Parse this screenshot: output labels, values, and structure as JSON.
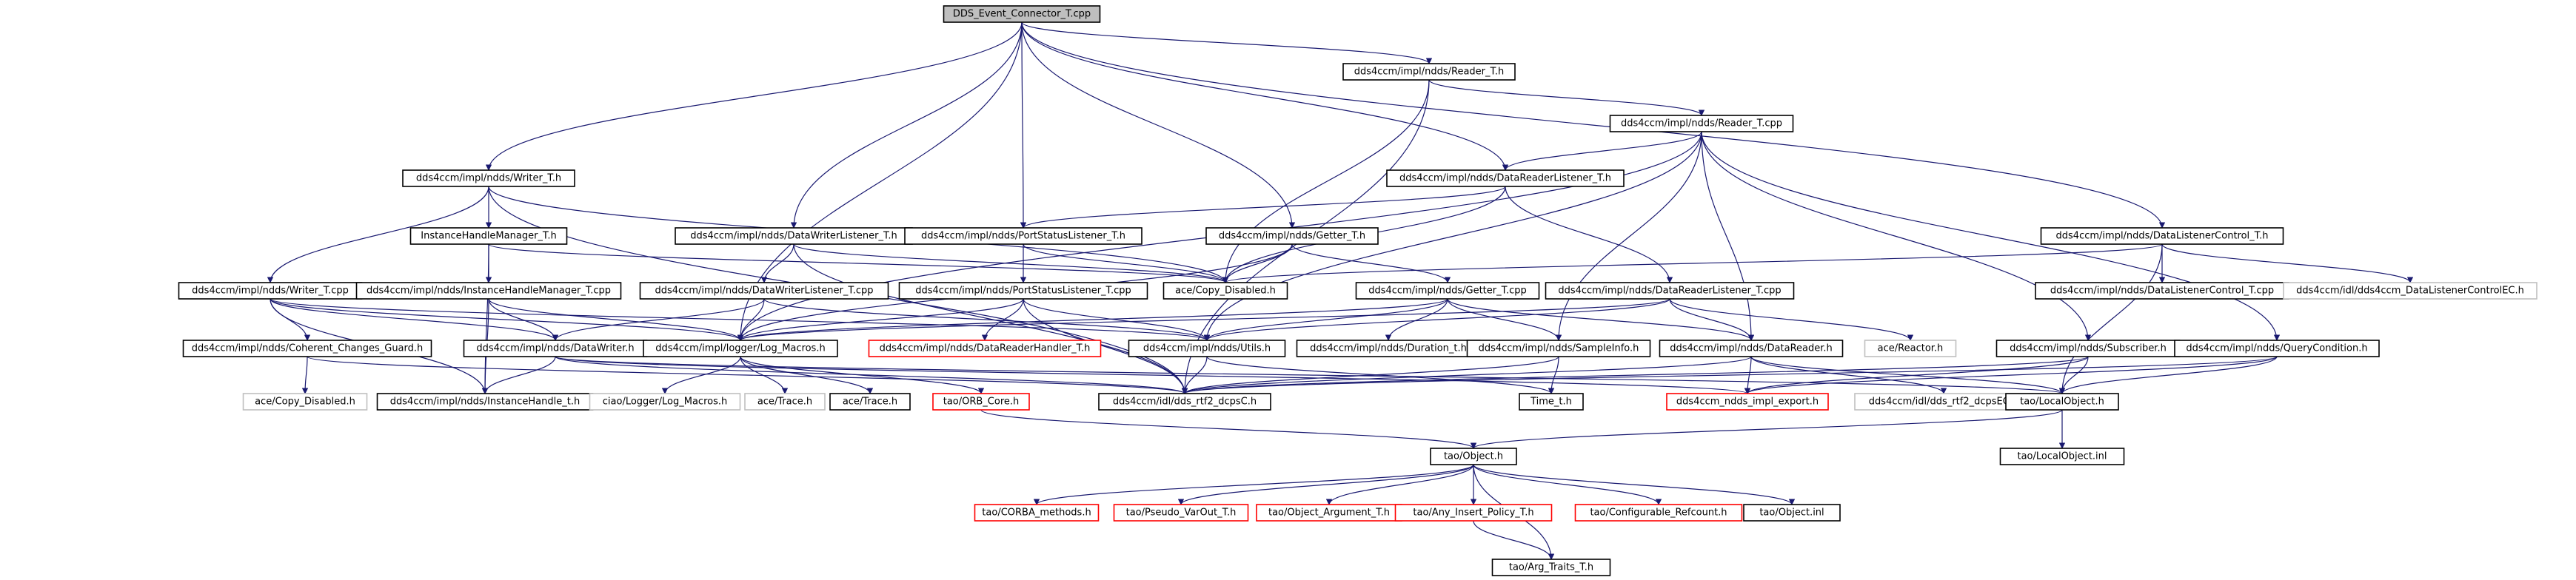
{
  "colors": {
    "edge": "#191970",
    "border": "#000000",
    "missing_border": "#ff0000",
    "unlinked_border": "#bfbfbf",
    "root_fill": "#bfbfbf",
    "fill": "#ffffff",
    "text": "#000000"
  },
  "nodes": [
    {
      "id": "root",
      "label": "DDS_Event_Connector_T.cpp",
      "style": "root"
    },
    {
      "id": "reader_h",
      "label": "dds4ccm/impl/ndds/Reader_T.h",
      "style": "normal"
    },
    {
      "id": "reader_cpp",
      "label": "dds4ccm/impl/ndds/Reader_T.cpp",
      "style": "normal"
    },
    {
      "id": "writer_h",
      "label": "dds4ccm/impl/ndds/Writer_T.h",
      "style": "normal"
    },
    {
      "id": "drl_h",
      "label": "dds4ccm/impl/ndds/DataReaderListener_T.h",
      "style": "normal"
    },
    {
      "id": "ihm_h",
      "label": "InstanceHandleManager_T.h",
      "style": "normal"
    },
    {
      "id": "dwl_h",
      "label": "dds4ccm/impl/ndds/DataWriterListener_T.h",
      "style": "normal"
    },
    {
      "id": "psl_h",
      "label": "dds4ccm/impl/ndds/PortStatusListener_T.h",
      "style": "normal"
    },
    {
      "id": "getter_h",
      "label": "dds4ccm/impl/ndds/Getter_T.h",
      "style": "normal"
    },
    {
      "id": "dlc_h",
      "label": "dds4ccm/impl/ndds/DataListenerControl_T.h",
      "style": "normal"
    },
    {
      "id": "writer_cpp",
      "label": "dds4ccm/impl/ndds/Writer_T.cpp",
      "style": "normal"
    },
    {
      "id": "ihm_cpp",
      "label": "dds4ccm/impl/ndds/InstanceHandleManager_T.cpp",
      "style": "normal"
    },
    {
      "id": "dwl_cpp",
      "label": "dds4ccm/impl/ndds/DataWriterListener_T.cpp",
      "style": "normal"
    },
    {
      "id": "psl_cpp",
      "label": "dds4ccm/impl/ndds/PortStatusListener_T.cpp",
      "style": "normal"
    },
    {
      "id": "ace_copy",
      "label": "ace/Copy_Disabled.h",
      "style": "normal"
    },
    {
      "id": "getter_cpp",
      "label": "dds4ccm/impl/ndds/Getter_T.cpp",
      "style": "normal"
    },
    {
      "id": "drl_cpp",
      "label": "dds4ccm/impl/ndds/DataReaderListener_T.cpp",
      "style": "normal"
    },
    {
      "id": "dlc_cpp",
      "label": "dds4ccm/impl/ndds/DataListenerControl_T.cpp",
      "style": "normal"
    },
    {
      "id": "dlc_idl",
      "label": "dds4ccm/idl/dds4ccm_DataListenerControlEC.h",
      "style": "unlinked"
    },
    {
      "id": "ccg_h",
      "label": "dds4ccm/impl/ndds/Coherent_Changes_Guard.h",
      "style": "normal"
    },
    {
      "id": "datawriter_h",
      "label": "dds4ccm/impl/ndds/DataWriter.h",
      "style": "normal"
    },
    {
      "id": "logmacros_h",
      "label": "dds4ccm/impl/logger/Log_Macros.h",
      "style": "normal"
    },
    {
      "id": "drh_h",
      "label": "dds4ccm/impl/ndds/DataReaderHandler_T.h",
      "style": "missing"
    },
    {
      "id": "utils_h",
      "label": "dds4ccm/impl/ndds/Utils.h",
      "style": "normal"
    },
    {
      "id": "duration_h",
      "label": "dds4ccm/impl/ndds/Duration_t.h",
      "style": "normal"
    },
    {
      "id": "sampleinfo_h",
      "label": "dds4ccm/impl/ndds/SampleInfo.h",
      "style": "normal"
    },
    {
      "id": "datareader_h",
      "label": "dds4ccm/impl/ndds/DataReader.h",
      "style": "normal"
    },
    {
      "id": "ace_reactor",
      "label": "ace/Reactor.h",
      "style": "unlinked"
    },
    {
      "id": "subscriber_h",
      "label": "dds4ccm/impl/ndds/Subscriber.h",
      "style": "normal"
    },
    {
      "id": "querycond_h",
      "label": "dds4ccm/impl/ndds/QueryCondition.h",
      "style": "normal"
    },
    {
      "id": "ace_copy2",
      "label": "ace/Copy_Disabled.h",
      "style": "unlinked"
    },
    {
      "id": "ih_t",
      "label": "dds4ccm/impl/ndds/InstanceHandle_t.h",
      "style": "normal"
    },
    {
      "id": "ciao_log",
      "label": "ciao/Logger/Log_Macros.h",
      "style": "unlinked"
    },
    {
      "id": "ace_trace",
      "label": "ace/Trace.h",
      "style": "unlinked"
    },
    {
      "id": "ace_trace2",
      "label": "ace/Trace.h",
      "style": "normal"
    },
    {
      "id": "orb_core",
      "label": "tao/ORB_Core.h",
      "style": "missing"
    },
    {
      "id": "dcps_c",
      "label": "dds4ccm/idl/dds_rtf2_dcpsC.h",
      "style": "normal"
    },
    {
      "id": "time_t",
      "label": "Time_t.h",
      "style": "normal"
    },
    {
      "id": "impl_export",
      "label": "dds4ccm_ndds_impl_export.h",
      "style": "missing"
    },
    {
      "id": "dcps_ec",
      "label": "dds4ccm/idl/dds_rtf2_dcpsEC.h",
      "style": "unlinked"
    },
    {
      "id": "localobject_h",
      "label": "tao/LocalObject.h",
      "style": "normal"
    },
    {
      "id": "localobject_inl",
      "label": "tao/LocalObject.inl",
      "style": "normal"
    },
    {
      "id": "object_h",
      "label": "tao/Object.h",
      "style": "normal"
    },
    {
      "id": "corba_methods",
      "label": "tao/CORBA_methods.h",
      "style": "missing"
    },
    {
      "id": "pseudo",
      "label": "tao/Pseudo_VarOut_T.h",
      "style": "missing"
    },
    {
      "id": "obj_arg",
      "label": "tao/Object_Argument_T.h",
      "style": "missing"
    },
    {
      "id": "any_insert",
      "label": "tao/Any_Insert_Policy_T.h",
      "style": "missing"
    },
    {
      "id": "configurable",
      "label": "tao/Configurable_Refcount.h",
      "style": "missing"
    },
    {
      "id": "object_inl",
      "label": "tao/Object.inl",
      "style": "normal"
    },
    {
      "id": "arg_traits",
      "label": "tao/Arg_Traits_T.h",
      "style": "normal"
    }
  ],
  "edges": [
    [
      "root",
      "reader_h"
    ],
    [
      "root",
      "writer_h"
    ],
    [
      "root",
      "drl_h"
    ],
    [
      "root",
      "dwl_h"
    ],
    [
      "root",
      "psl_h"
    ],
    [
      "root",
      "getter_h"
    ],
    [
      "root",
      "dlc_h"
    ],
    [
      "root",
      "logmacros_h"
    ],
    [
      "reader_h",
      "reader_cpp"
    ],
    [
      "reader_h",
      "ace_copy"
    ],
    [
      "reader_h",
      "dcps_c"
    ],
    [
      "reader_cpp",
      "drl_h"
    ],
    [
      "reader_cpp",
      "utils_h"
    ],
    [
      "reader_cpp",
      "datareader_h"
    ],
    [
      "reader_cpp",
      "subscriber_h"
    ],
    [
      "reader_cpp",
      "querycond_h"
    ],
    [
      "reader_cpp",
      "sampleinfo_h"
    ],
    [
      "reader_cpp",
      "logmacros_h"
    ],
    [
      "writer_h",
      "ihm_h"
    ],
    [
      "writer_h",
      "writer_cpp"
    ],
    [
      "writer_h",
      "ace_copy"
    ],
    [
      "writer_h",
      "dcps_c"
    ],
    [
      "drl_h",
      "psl_h"
    ],
    [
      "drl_h",
      "drl_cpp"
    ],
    [
      "drl_h",
      "ace_copy"
    ],
    [
      "ihm_h",
      "ihm_cpp"
    ],
    [
      "ihm_h",
      "ace_copy"
    ],
    [
      "ihm_h",
      "ih_t"
    ],
    [
      "dwl_h",
      "dwl_cpp"
    ],
    [
      "dwl_h",
      "ace_copy"
    ],
    [
      "dwl_h",
      "dcps_c"
    ],
    [
      "psl_h",
      "psl_cpp"
    ],
    [
      "psl_h",
      "ace_copy"
    ],
    [
      "getter_h",
      "getter_cpp"
    ],
    [
      "getter_h",
      "ace_copy"
    ],
    [
      "getter_h",
      "logmacros_h"
    ],
    [
      "dlc_h",
      "dlc_cpp"
    ],
    [
      "dlc_h",
      "dlc_idl"
    ],
    [
      "dlc_h",
      "ace_copy"
    ],
    [
      "dlc_h",
      "localobject_h"
    ],
    [
      "writer_cpp",
      "ccg_h"
    ],
    [
      "writer_cpp",
      "datawriter_h"
    ],
    [
      "writer_cpp",
      "logmacros_h"
    ],
    [
      "writer_cpp",
      "utils_h"
    ],
    [
      "writer_cpp",
      "ih_t"
    ],
    [
      "ihm_cpp",
      "datawriter_h"
    ],
    [
      "ihm_cpp",
      "logmacros_h"
    ],
    [
      "ihm_cpp",
      "ih_t"
    ],
    [
      "dwl_cpp",
      "datawriter_h"
    ],
    [
      "dwl_cpp",
      "logmacros_h"
    ],
    [
      "dwl_cpp",
      "utils_h"
    ],
    [
      "psl_cpp",
      "logmacros_h"
    ],
    [
      "psl_cpp",
      "drh_h"
    ],
    [
      "psl_cpp",
      "utils_h"
    ],
    [
      "psl_cpp",
      "dcps_c"
    ],
    [
      "getter_cpp",
      "utils_h"
    ],
    [
      "getter_cpp",
      "duration_h"
    ],
    [
      "getter_cpp",
      "sampleinfo_h"
    ],
    [
      "getter_cpp",
      "datareader_h"
    ],
    [
      "getter_cpp",
      "logmacros_h"
    ],
    [
      "drl_cpp",
      "utils_h"
    ],
    [
      "drl_cpp",
      "datareader_h"
    ],
    [
      "drl_cpp",
      "ace_reactor"
    ],
    [
      "drl_cpp",
      "logmacros_h"
    ],
    [
      "ccg_h",
      "ace_copy2"
    ],
    [
      "ccg_h",
      "dcps_c"
    ],
    [
      "datawriter_h",
      "ih_t"
    ],
    [
      "datawriter_h",
      "dcps_c"
    ],
    [
      "datawriter_h",
      "impl_export"
    ],
    [
      "datawriter_h",
      "localobject_h"
    ],
    [
      "logmacros_h",
      "ciao_log"
    ],
    [
      "logmacros_h",
      "ace_trace"
    ],
    [
      "logmacros_h",
      "ace_trace2"
    ],
    [
      "logmacros_h",
      "orb_core"
    ],
    [
      "utils_h",
      "dcps_c"
    ],
    [
      "utils_h",
      "time_t"
    ],
    [
      "sampleinfo_h",
      "dcps_c"
    ],
    [
      "sampleinfo_h",
      "time_t"
    ],
    [
      "datareader_h",
      "dcps_c"
    ],
    [
      "datareader_h",
      "impl_export"
    ],
    [
      "datareader_h",
      "dcps_ec"
    ],
    [
      "datareader_h",
      "localobject_h"
    ],
    [
      "subscriber_h",
      "dcps_c"
    ],
    [
      "subscriber_h",
      "impl_export"
    ],
    [
      "subscriber_h",
      "localobject_h"
    ],
    [
      "querycond_h",
      "dcps_c"
    ],
    [
      "querycond_h",
      "impl_export"
    ],
    [
      "querycond_h",
      "localobject_h"
    ],
    [
      "orb_core",
      "object_h"
    ],
    [
      "localobject_h",
      "localobject_inl"
    ],
    [
      "localobject_h",
      "object_h"
    ],
    [
      "object_h",
      "corba_methods"
    ],
    [
      "object_h",
      "pseudo"
    ],
    [
      "object_h",
      "obj_arg"
    ],
    [
      "object_h",
      "any_insert"
    ],
    [
      "object_h",
      "configurable"
    ],
    [
      "object_h",
      "object_inl"
    ],
    [
      "object_h",
      "arg_traits"
    ],
    [
      "any_insert",
      "arg_traits"
    ]
  ]
}
